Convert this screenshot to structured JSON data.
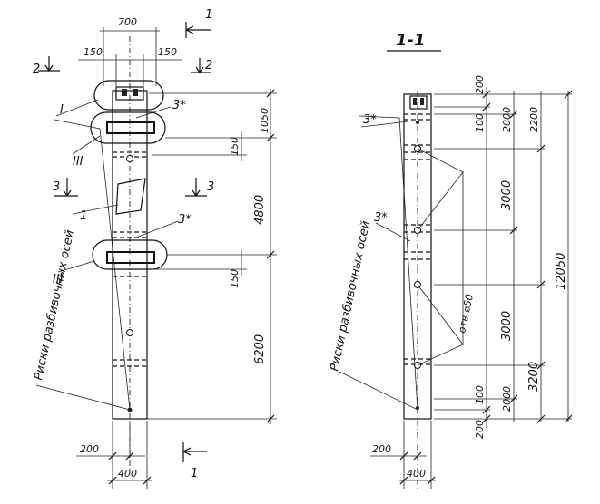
{
  "left_view": {
    "dims": {
      "width_top": "700",
      "left_150": "150",
      "right_150": "150",
      "d1050": "1050",
      "d150_upper": "150",
      "d4800": "4800",
      "d150_lower": "150",
      "d6200": "6200",
      "bottom_200": "200",
      "bottom_400": "400"
    },
    "labels": {
      "section_1_top": "1",
      "section_1_bottom": "1",
      "section_2_left": "2",
      "section_2_right": "2",
      "section_3_left": "3",
      "section_3_right": "3",
      "callout_I": "I",
      "callout_III_upper": "III",
      "callout_III_lower": "III",
      "callout_1": "1",
      "callout_3star_upper": "3*",
      "callout_3star_lower": "3*",
      "axis_marks": "Риски разбивочных осей"
    }
  },
  "right_view": {
    "title": "1-1",
    "dims": {
      "d200_top": "200",
      "d100_top": "100",
      "d2000_top": "2000",
      "d2200": "2200",
      "d3000_upper": "3000",
      "d12050": "12050",
      "d3000_lower": "3000",
      "d3200": "3200",
      "d2000_bottom": "2000",
      "d100_bottom": "100",
      "d200_bottom": "200",
      "bottom_200": "200",
      "bottom_400": "400"
    },
    "labels": {
      "callout_3star_top": "3*",
      "callout_3star_mid": "3*",
      "hole_note": "отв.⌀50",
      "axis_marks": "Риски разбивочных осей"
    }
  }
}
